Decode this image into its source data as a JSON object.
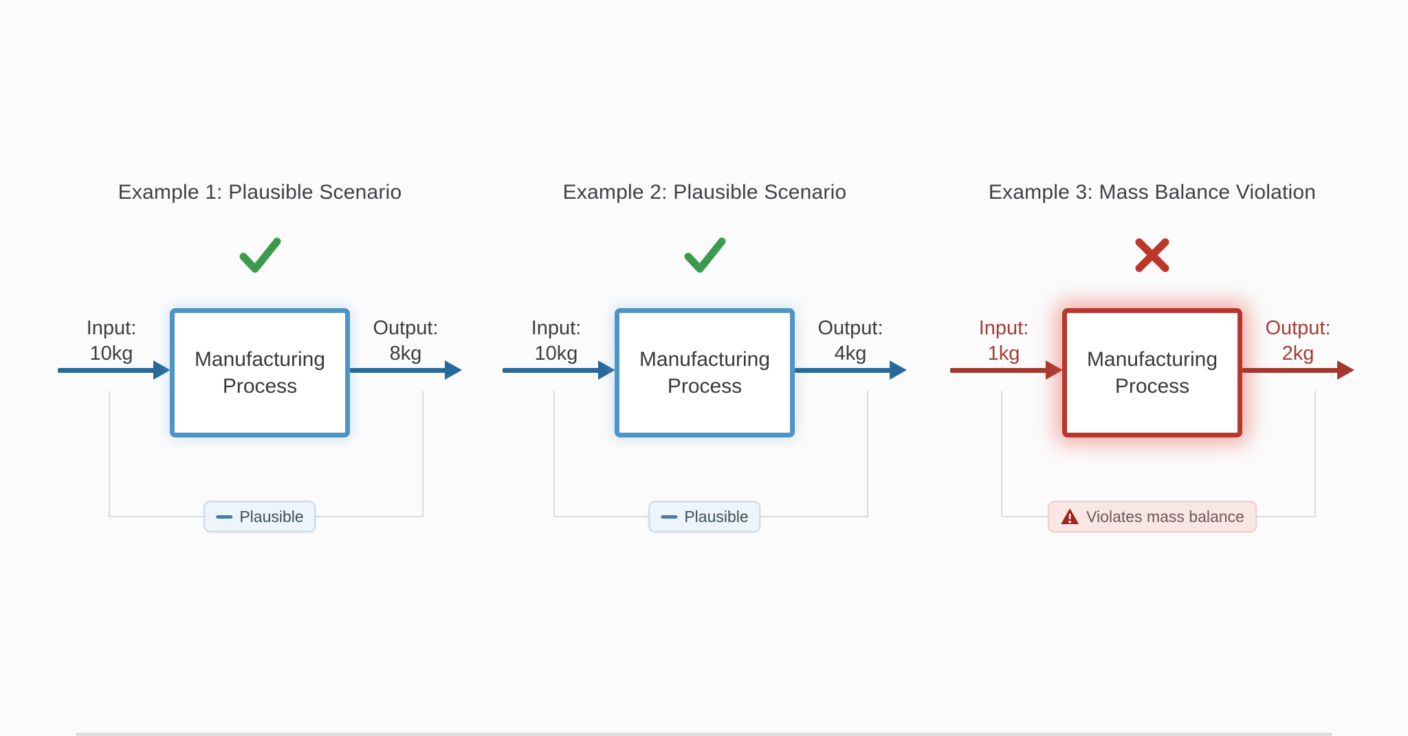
{
  "page": {
    "background_color": "#fbfbfc"
  },
  "colors": {
    "blue_box_border": "#4e94c5",
    "blue_arrow": "#26699a",
    "green_check": "#3a9b4f",
    "red_box_border": "#ba352c",
    "red_arrow": "#a3372d",
    "red_x": "#bf362b",
    "dark_text": "#3a3e41",
    "red_label_text": "#a63c33",
    "connector_gray": "#dadbdd",
    "plausible_badge_bg": "#edf4fa",
    "plausible_badge_border": "#c9dae7",
    "plausible_badge_text": "#3f505b",
    "plausible_dash": "#4a7ea4",
    "violation_badge_bg": "#f9e7e5",
    "violation_badge_border": "#edceca",
    "violation_badge_text": "#6d5a57",
    "violation_triangle": "#a1241d"
  },
  "examples": [
    {
      "title": "Example 1: Plausible Scenario",
      "status": "plausible",
      "status_icon": "check-icon",
      "input_label": "Input:",
      "input_value": "10kg",
      "process_line1": "Manufacturing",
      "process_line2": "Process",
      "output_label": "Output:",
      "output_value": "8kg",
      "badge_icon": "dash-icon",
      "badge_label": "Plausible"
    },
    {
      "title": "Example 2: Plausible Scenario",
      "status": "plausible",
      "status_icon": "check-icon",
      "input_label": "Input:",
      "input_value": "10kg",
      "process_line1": "Manufacturing",
      "process_line2": "Process",
      "output_label": "Output:",
      "output_value": "4kg",
      "badge_icon": "dash-icon",
      "badge_label": "Plausible"
    },
    {
      "title": "Example 3: Mass Balance Violation",
      "status": "violation",
      "status_icon": "x-icon",
      "input_label": "Input:",
      "input_value": "1kg",
      "process_line1": "Manufacturing",
      "process_line2": "Process",
      "output_label": "Output:",
      "output_value": "2kg",
      "badge_icon": "warning-triangle-icon",
      "badge_label": "Violates mass balance"
    }
  ]
}
